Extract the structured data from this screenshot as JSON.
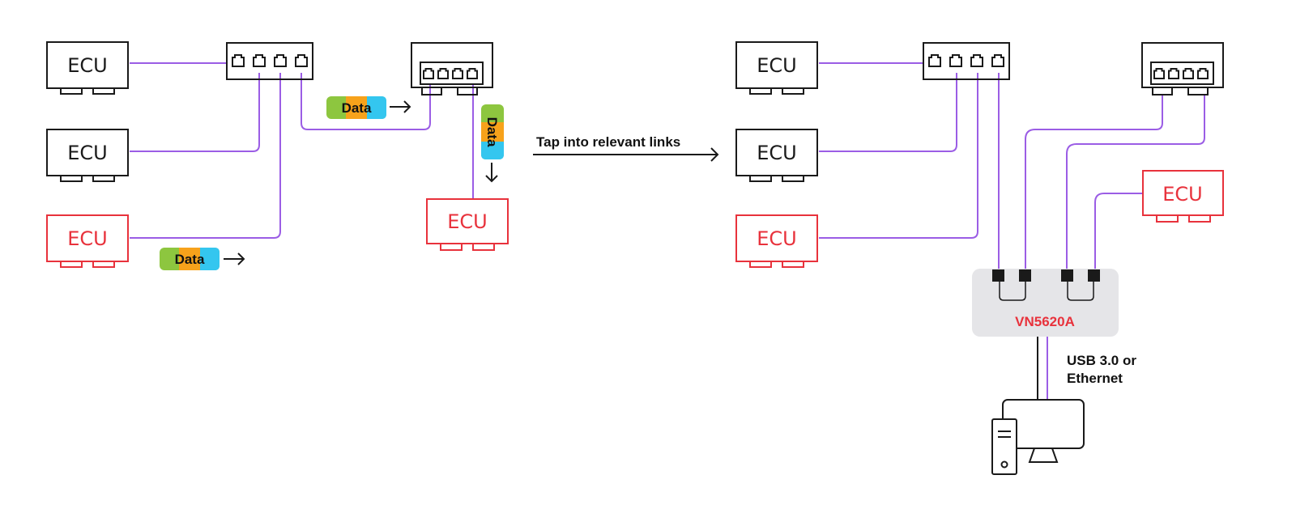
{
  "colors": {
    "link": "#9b5de5",
    "box_stroke": "#1a1a1a",
    "highlight": "#e8323c",
    "data_green": "#8dc63f",
    "data_orange": "#f7a21b",
    "data_cyan": "#34c6ef",
    "logger_bg": "#e5e5e8",
    "logger_text": "#e8323c"
  },
  "labels": {
    "ecu": "ECU",
    "data": "Data",
    "tap": "Tap into relevant links",
    "device": "VN5620A",
    "conn_line1": "USB 3.0 or",
    "conn_line2": "Ethernet"
  },
  "icons": [
    "rj45-port-icon",
    "arrow-right-icon",
    "arrow-down-icon",
    "computer-tower-icon",
    "monitor-icon"
  ]
}
